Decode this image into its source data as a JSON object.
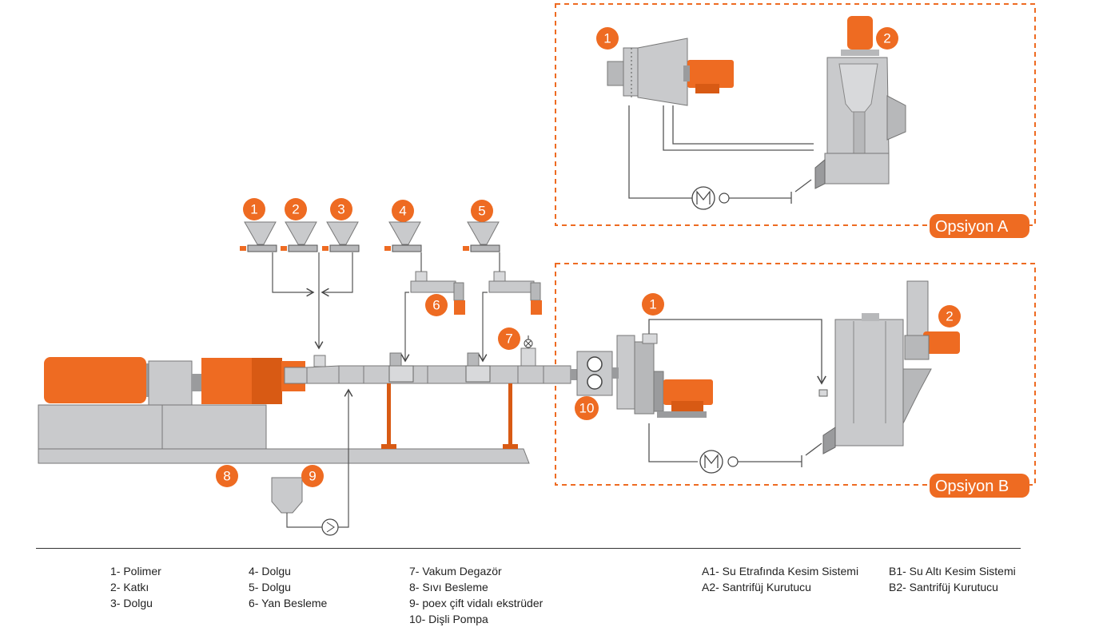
{
  "colors": {
    "accent": "#EE6B22",
    "machine_gray": "#C9CACC",
    "machine_dark": "#9A9B9D",
    "line": "#444444"
  },
  "diagram": {
    "main_badges": [
      "1",
      "2",
      "3",
      "4",
      "5",
      "6",
      "7",
      "8",
      "9",
      "10"
    ],
    "option_a": {
      "label": "Opsiyon A",
      "badges": [
        "1",
        "2"
      ]
    },
    "option_b": {
      "label": "Opsiyon B",
      "badges": [
        "1",
        "2"
      ]
    }
  },
  "legend": {
    "col1": [
      "1- Polimer",
      "2- Katkı",
      "3- Dolgu"
    ],
    "col2": [
      "4- Dolgu",
      "5- Dolgu",
      "6- Yan Besleme"
    ],
    "col3": [
      "7- Vakum Degazör",
      "8- Sıvı Besleme",
      "9- poex çift vidalı ekstrüder",
      "10- Dişli Pompa"
    ],
    "col4": [
      "A1- Su Etrafında Kesim Sistemi",
      "A2- Santrifüj Kurutucu"
    ],
    "col5": [
      "B1- Su Altı Kesim Sistemi",
      "B2- Santrifüj Kurutucu"
    ]
  }
}
